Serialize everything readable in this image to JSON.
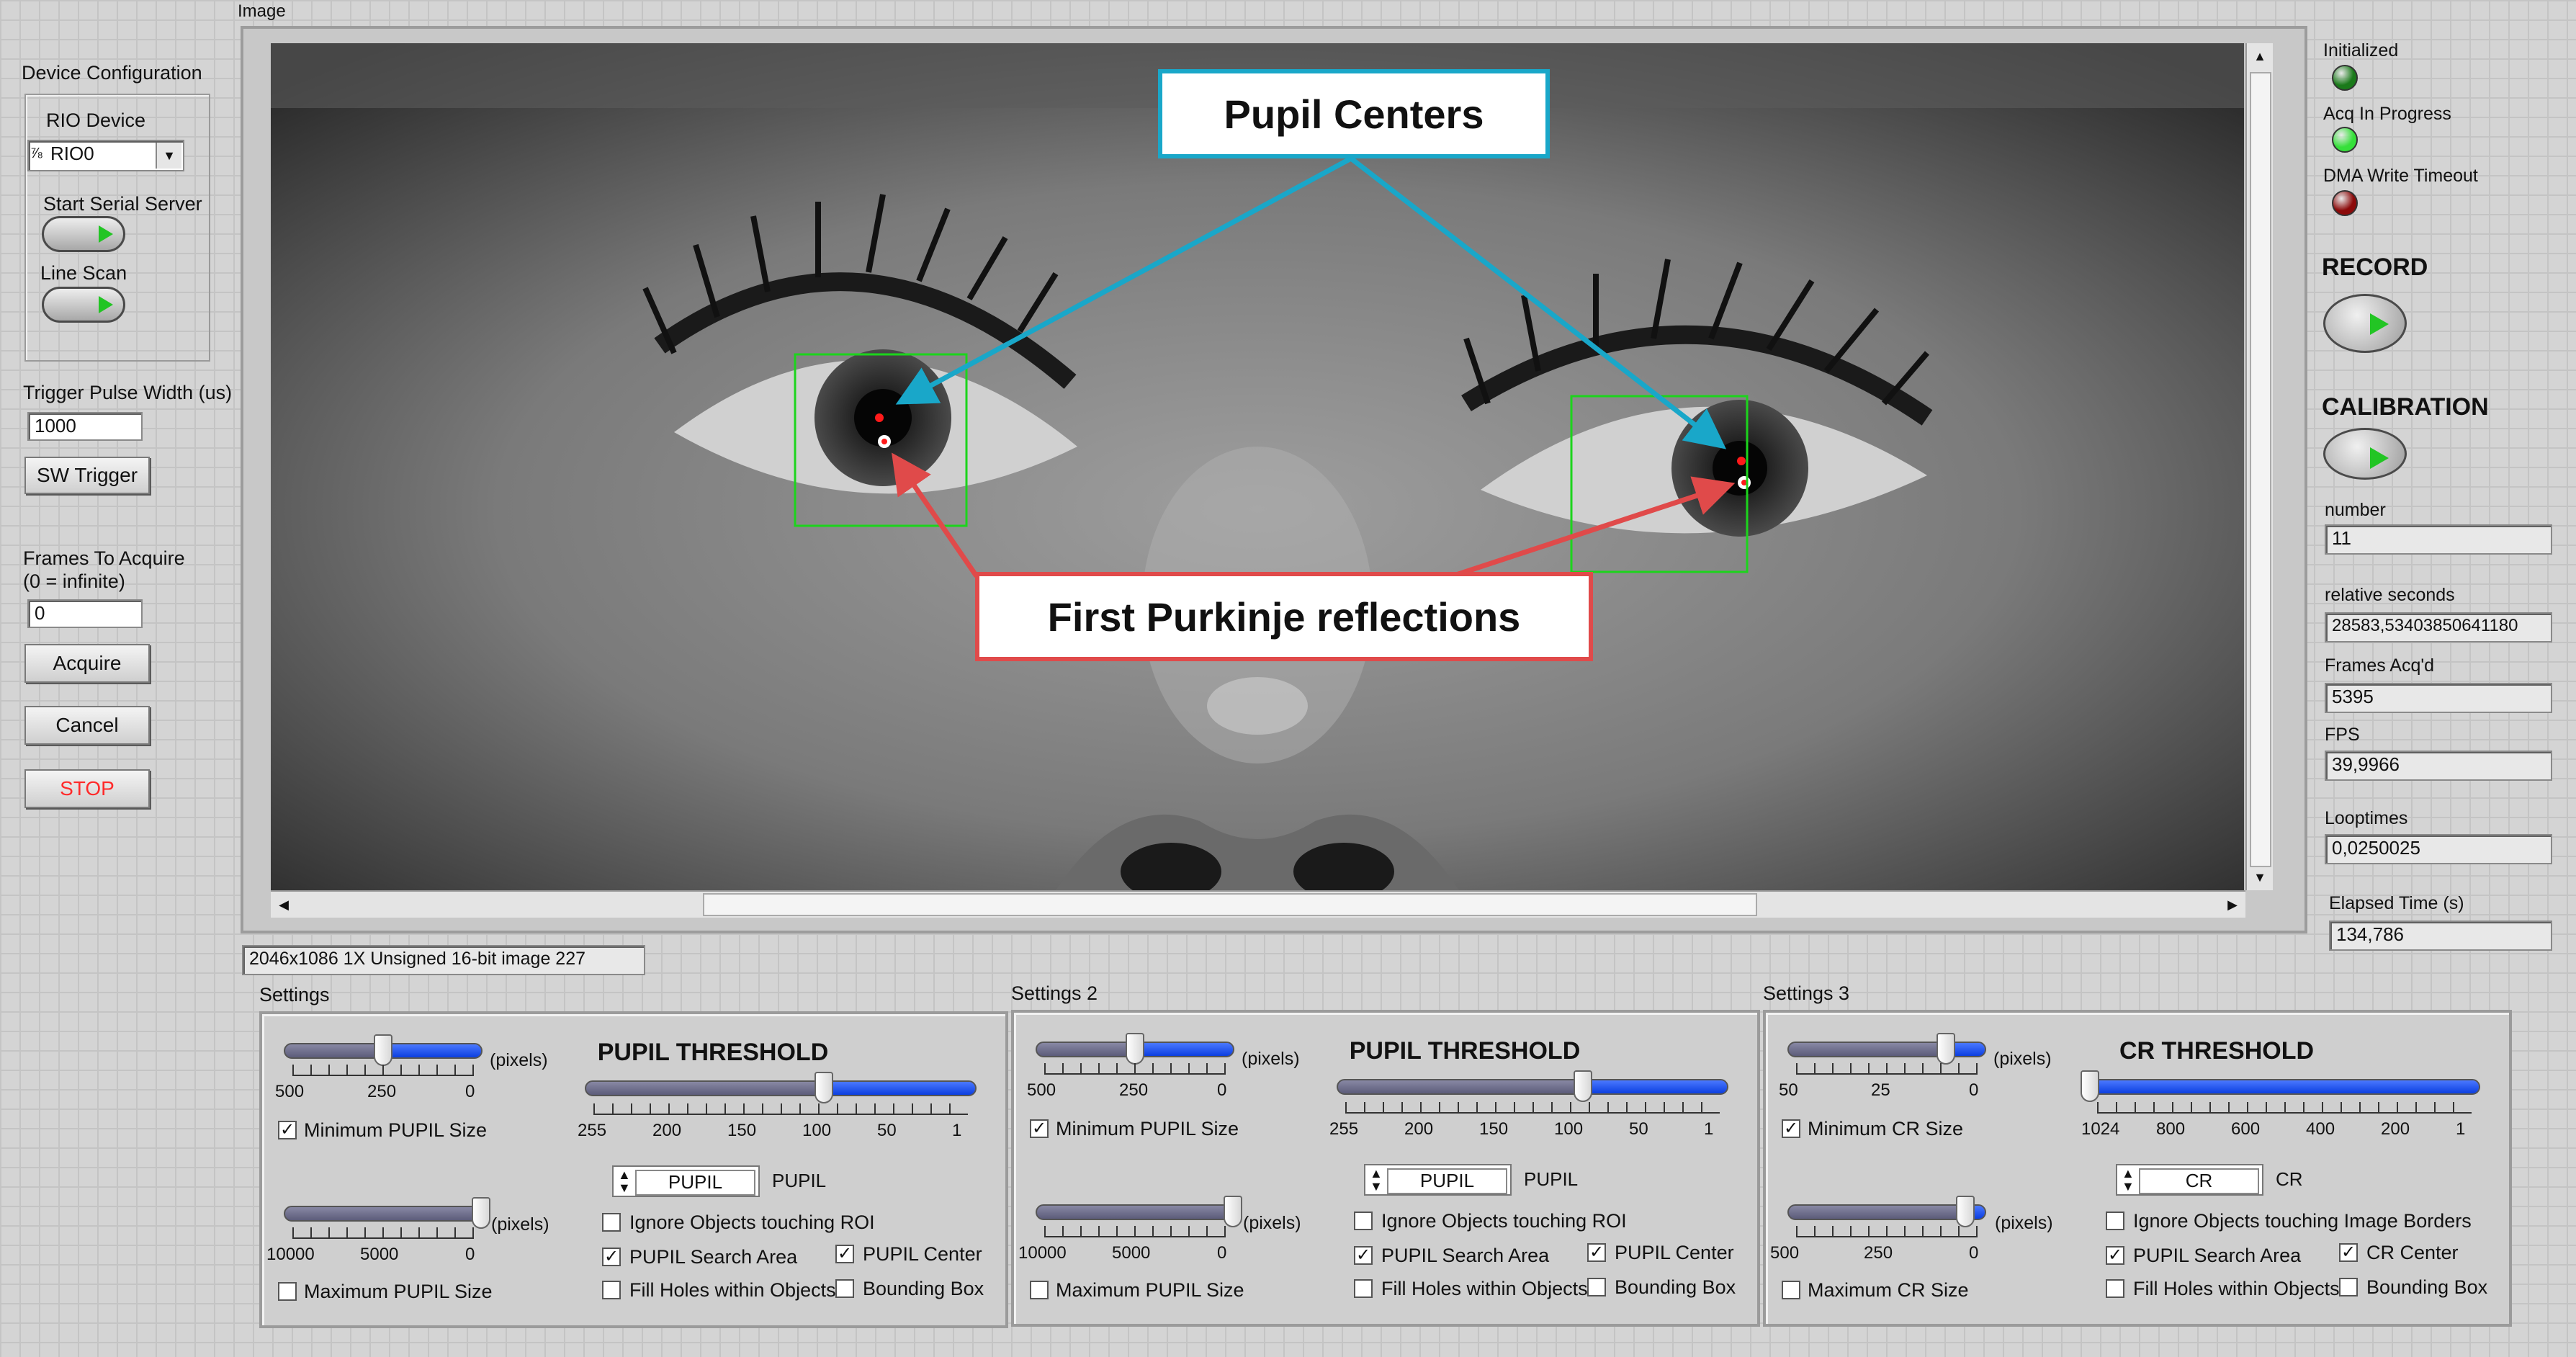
{
  "image_panel": {
    "label": "Image",
    "info": "2046x1086 1X Unsigned 16-bit image 227"
  },
  "annotations": {
    "pupil_centers": "Pupil Centers",
    "purkinje": "First Purkinje reflections"
  },
  "left_panel": {
    "device_config_label": "Device Configuration",
    "rio_device_label": "RIO Device",
    "rio_device_value": "RIO0",
    "start_serial_server_label": "Start Serial Server",
    "line_scan_label": "Line Scan",
    "trigger_pulse_label": "Trigger Pulse Width (us)",
    "trigger_pulse_value": "1000",
    "sw_trigger_label": "SW Trigger",
    "frames_label_1": "Frames To Acquire",
    "frames_label_2": "(0 = infinite)",
    "frames_value": "0",
    "acquire_label": "Acquire",
    "cancel_label": "Cancel",
    "stop_label": "STOP",
    "stop_color": "#ff2a2a"
  },
  "right_panel": {
    "initialized_label": "Initialized",
    "acq_label": "Acq In Progress",
    "dma_label": "DMA Write Timeout",
    "led_initialized_color": "#1a7a1a",
    "led_acq_color": "#36e03a",
    "led_dma_color": "#8c0a0a",
    "record_label": "RECORD",
    "calibration_label": "CALIBRATION",
    "number_label": "number",
    "number_value": "11",
    "relative_seconds_label": "relative seconds",
    "relative_seconds_value": "28583,53403850641180",
    "frames_acqd_label": "Frames Acq'd",
    "frames_acqd_value": "5395",
    "fps_label": "FPS",
    "fps_value": "39,9966",
    "looptimes_label": "Looptimes",
    "looptimes_value": "0,0250025",
    "elapsed_label": "Elapsed Time (s)",
    "elapsed_value": "134,786"
  },
  "settings": [
    {
      "label": "Settings",
      "pixels_label": "(pixels)",
      "min_scale": [
        "500",
        "250",
        "0"
      ],
      "min_slider_fraction": 0.5,
      "min_checked": true,
      "min_label": "Minimum PUPIL Size",
      "max_scale": [
        "10000",
        "5000",
        "0"
      ],
      "max_slider_fraction": 0.0,
      "max_checked": false,
      "max_label": "Maximum PUPIL Size",
      "threshold_title": "PUPIL THRESHOLD",
      "threshold_scale": [
        "255",
        "200",
        "150",
        "100",
        "50",
        "1"
      ],
      "threshold_value": 100,
      "threshold_min": 1,
      "threshold_max": 255,
      "ring_value": "PUPIL",
      "ring_label": "PUPIL",
      "ignore_checked": false,
      "ignore_label": "Ignore Objects touching ROI",
      "search_checked": true,
      "search_label": "PUPIL Search Area",
      "center_checked": true,
      "center_label": "PUPIL Center",
      "fill_checked": false,
      "fill_label": "Fill Holes within Objects",
      "bbox_checked": false,
      "bbox_label": "Bounding Box"
    },
    {
      "label": "Settings 2",
      "pixels_label": "(pixels)",
      "min_scale": [
        "500",
        "250",
        "0"
      ],
      "min_slider_fraction": 0.5,
      "min_checked": true,
      "min_label": "Minimum PUPIL Size",
      "max_scale": [
        "10000",
        "5000",
        "0"
      ],
      "max_slider_fraction": 0.0,
      "max_checked": false,
      "max_label": "Maximum PUPIL Size",
      "threshold_title": "PUPIL THRESHOLD",
      "threshold_scale": [
        "255",
        "200",
        "150",
        "100",
        "50",
        "1"
      ],
      "threshold_value": 95,
      "threshold_min": 1,
      "threshold_max": 255,
      "ring_value": "PUPIL",
      "ring_label": "PUPIL",
      "ignore_checked": false,
      "ignore_label": "Ignore Objects touching ROI",
      "search_checked": true,
      "search_label": "PUPIL Search Area",
      "center_checked": true,
      "center_label": "PUPIL Center",
      "fill_checked": false,
      "fill_label": "Fill Holes within Objects",
      "bbox_checked": false,
      "bbox_label": "Bounding Box"
    },
    {
      "label": "Settings 3",
      "pixels_label": "(pixels)",
      "min_scale": [
        "50",
        "25",
        "0"
      ],
      "min_slider_fraction": 0.2,
      "min_checked": true,
      "min_label": "Minimum CR Size",
      "max_scale": [
        "500",
        "250",
        "0"
      ],
      "max_slider_fraction": 0.1,
      "max_checked": false,
      "max_label": "Maximum CR Size",
      "threshold_title": "CR THRESHOLD",
      "threshold_scale": [
        "1024",
        "800",
        "600",
        "400",
        "200",
        "1"
      ],
      "threshold_value": 1024,
      "threshold_min": 1,
      "threshold_max": 1024,
      "ring_value": "CR",
      "ring_label": "CR",
      "ignore_checked": false,
      "ignore_label": "Ignore Objects touching Image Borders",
      "search_checked": true,
      "search_label": "PUPIL Search Area",
      "center_checked": true,
      "center_label": "CR Center",
      "fill_checked": false,
      "fill_label": "Fill Holes within Objects",
      "bbox_checked": false,
      "bbox_label": "Bounding Box"
    }
  ]
}
